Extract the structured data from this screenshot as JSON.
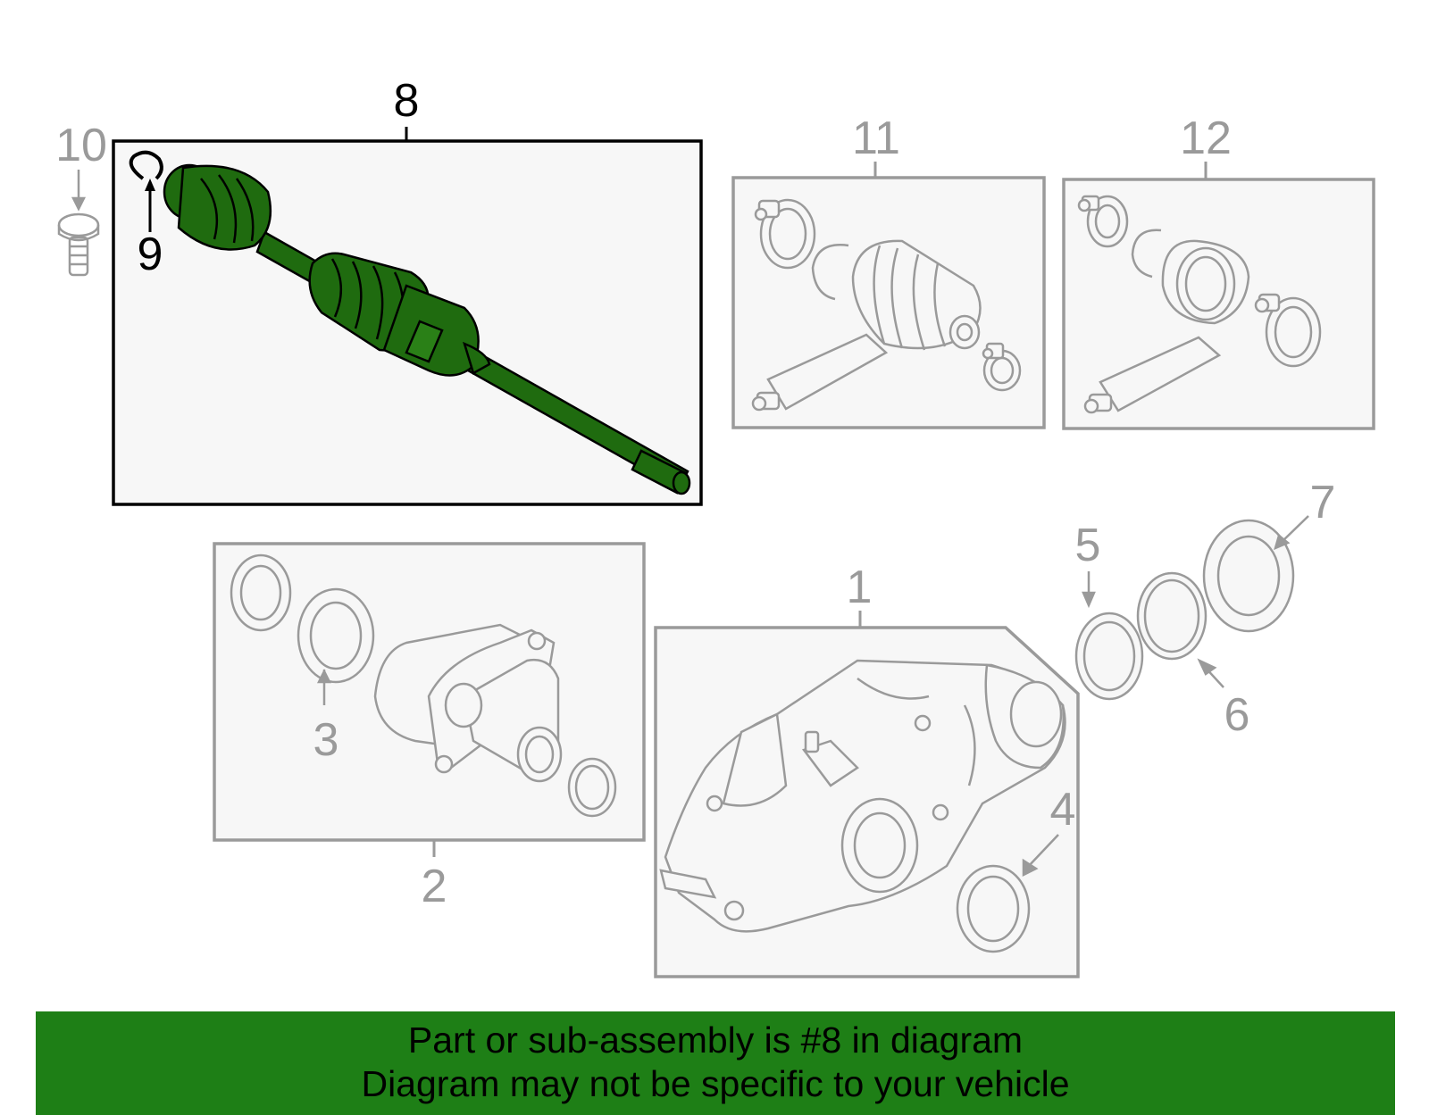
{
  "callouts": {
    "c1": "1",
    "c2": "2",
    "c3": "3",
    "c4": "4",
    "c5": "5",
    "c6": "6",
    "c7": "7",
    "c8": "8",
    "c9": "9",
    "c10": "10",
    "c11": "11",
    "c12": "12"
  },
  "highlighted_part": "8",
  "colors": {
    "highlight": "#1e7f16",
    "part_fill": "#1f6b0f",
    "line_gray": "#9a9a9a",
    "box_fill": "#f7f7f7"
  },
  "banner": {
    "line1": "Part or sub-assembly is #8 in diagram",
    "line2": "Diagram may not be specific to your vehicle"
  }
}
